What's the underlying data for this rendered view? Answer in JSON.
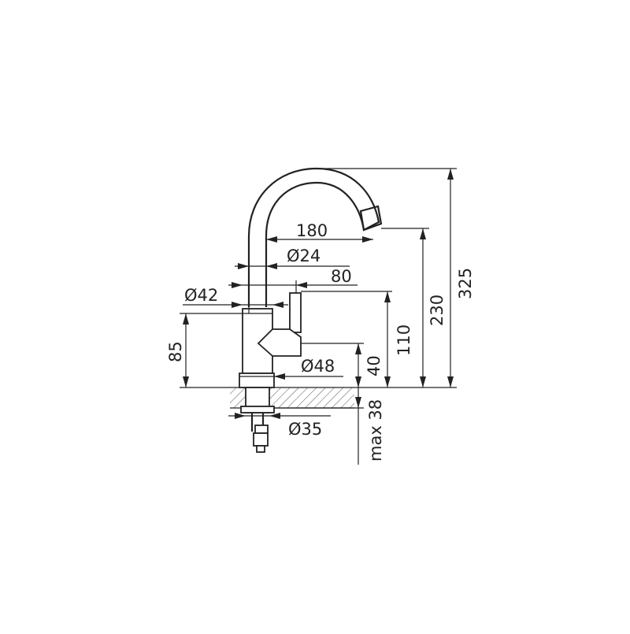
{
  "dimensions": {
    "spout_reach": "180",
    "spout_diameter": "Ø24",
    "lever_offset": "80",
    "body_diameter": "Ø42",
    "base_diameter": "Ø48",
    "body_height": "85",
    "lever_height": "110",
    "spout_outlet_height": "230",
    "total_height": "325",
    "base_height": "40",
    "max_deck_thickness": "max 38",
    "hole_diameter": "Ø35"
  }
}
